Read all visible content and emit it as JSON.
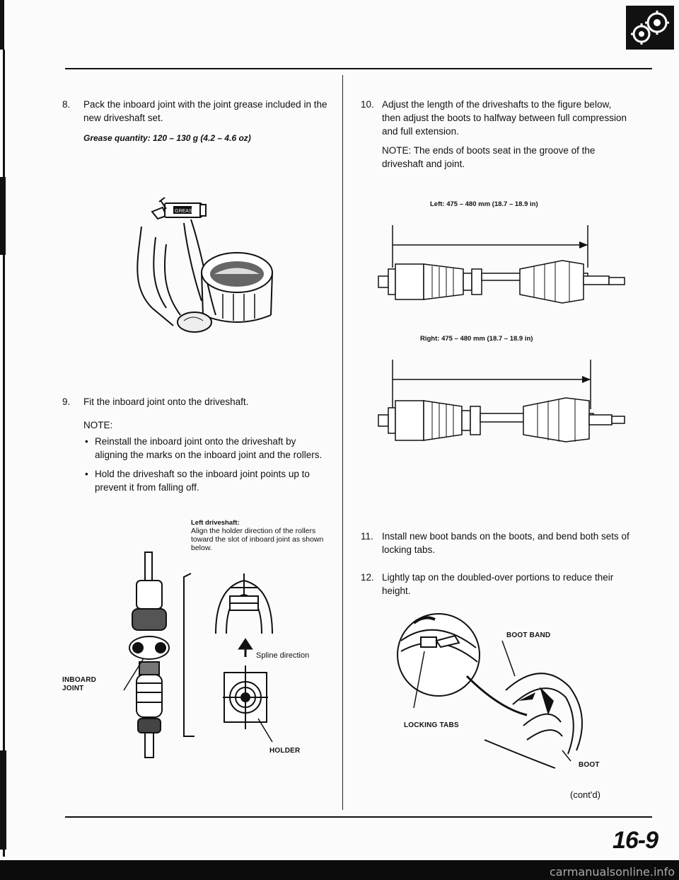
{
  "page": {
    "page_number": "16-9",
    "cont_label": "(cont'd)",
    "footer_watermark": "carmanualsonline.info",
    "section_icon": "drivetrain-gears-icon"
  },
  "left_column": {
    "step8": {
      "number": "8.",
      "text": "Pack the inboard joint with the joint grease included in the new driveshaft set.",
      "spec": "Grease quantity: 120 – 130 g (4.2 – 4.6 oz)"
    },
    "figure1": {
      "tube_label": "GREASE"
    },
    "step9": {
      "number": "9.",
      "text": "Fit the inboard joint onto the driveshaft.",
      "note_label": "NOTE:",
      "bullets": [
        "Reinstall the inboard joint onto the driveshaft by aligning the marks on the inboard joint and the rollers.",
        "Hold the driveshaft so the inboard joint points up to prevent it from falling off."
      ]
    },
    "figure2": {
      "caption_title": "Left driveshaft:",
      "caption_body": "Align the holder direction of the rollers toward the slot of inboard joint as shown below.",
      "label_inboard_joint": "INBOARD JOINT",
      "label_spline": "Spline direction",
      "label_holder": "HOLDER"
    }
  },
  "right_column": {
    "step10": {
      "number": "10.",
      "text": "Adjust the length of the driveshafts to the figure below, then adjust the boots to halfway between full compression and full extension.",
      "note": "NOTE: The ends of boots seat in the groove of the driveshaft and joint."
    },
    "figure3": {
      "left_spec": "Left: 475 – 480 mm (18.7 – 18.9 in)",
      "right_spec": "Right: 475 – 480 mm (18.7 – 18.9 in)"
    },
    "step11": {
      "number": "11.",
      "text": "Install new boot bands on the boots, and bend both sets of locking tabs."
    },
    "step12": {
      "number": "12.",
      "text": "Lightly tap on the doubled-over portions to reduce their height."
    },
    "figure4": {
      "label_boot_band": "BOOT BAND",
      "label_locking_tabs": "LOCKING TABS",
      "label_boot": "BOOT"
    }
  }
}
